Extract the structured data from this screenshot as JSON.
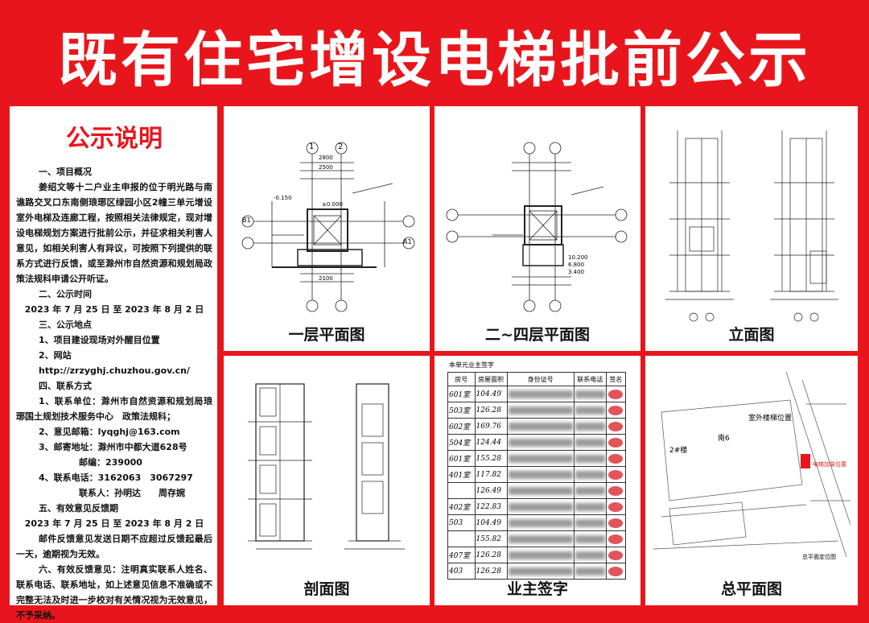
{
  "title": "既有住宅增设电梯批前公示",
  "notice": {
    "heading": "公示说明",
    "s1_title": "一、项目概况",
    "s1_body": "姜绍文等十二户业主申报的位于明光路与南谯路交叉口东南侧琅琊区绿园小区2幢三单元增设室外电梯及连廊工程，按照相关法律规定，现对增设电梯规划方案进行批前公示，并征求相关利害人意见，如相关利害人有异议，可按照下列提供的联系方式进行反馈，或至滁州市自然资源和规划局政策法规科申请公开听证。",
    "s2_title": "二、公示时间",
    "s2_date": "2023 年 7 月 25 日 至 2023 年 8 月 2 日",
    "s3_title": "三、公示地点",
    "s3_l1": "1、项目建设现场对外醒目位置",
    "s3_l2": "2、网站http://zrzyghj.chuzhou.gov.cn/",
    "s4_title": "四、联系方式",
    "s4_l1": "1、联系单位：滁州市自然资源和规划局琅琊国土规划技术服务中心　政策法规科；",
    "s4_l2": "2、意见邮箱：lyqghj@163.com",
    "s4_l3": "3、邮寄地址：滁州市中都大道628号",
    "s4_l3b": "邮编：239000",
    "s4_l4": "4、联系电话：3162063　3067297",
    "s4_l4b": "联系人：孙明达　　周存婉",
    "s5_title": "五、有效意见反馈期",
    "s5_date": "2023 年 7 月 25 日 至 2023 年 8 月 2 日",
    "s5_body": "邮件反馈意见发送日期不应超过反馈起最后一天，逾期视为无效。",
    "s6_body": "六、有效反馈意见：注明真实联系人姓名、联系电话、联系地址，如上述意见信息不准确或不完整无法及时进一步校对有关情况视为无效意见，不予采纳。"
  },
  "panels": {
    "floor1": "一层平面图",
    "floor2_4": "二~四层平面图",
    "elevation": "立面图",
    "section": "剖面图",
    "owners": "业主签字",
    "site": "总平面图"
  },
  "drawing_labels": {
    "axis_1": "1",
    "axis_2": "2",
    "axis_b1": "B1",
    "axis_a1": "A1",
    "dim_2800": "2800",
    "dim_2500": "2500",
    "dim_2100": "2100",
    "elev_10200": "10.200",
    "elev_6800": "6.800",
    "elev_3400": "3.400",
    "elev_neg150": "-0.150",
    "elev_000": "±0.000"
  },
  "owners_table": {
    "caption": "本单元业主签字",
    "headers": [
      "房号",
      "房屋面积",
      "身份证号",
      "联系电话",
      "签名"
    ],
    "rows": [
      [
        "601室",
        "104.49"
      ],
      [
        "503室",
        "126.28"
      ],
      [
        "602室",
        "169.76"
      ],
      [
        "504室",
        "124.44"
      ],
      [
        "601室",
        "155.28"
      ],
      [
        "401室",
        "117.82"
      ],
      [
        "",
        "126.49"
      ],
      [
        "402室",
        "122.83"
      ],
      [
        "503",
        "104.49"
      ],
      [
        "",
        "155.82"
      ],
      [
        "407室",
        "126.28"
      ],
      [
        "403",
        "126.28"
      ]
    ]
  },
  "site_labels": {
    "building": "2#楼",
    "room": "南6",
    "elevator_pos": "室外楼梯位置",
    "elevator_add": "电梯加装位置",
    "legend": "总平面定位图"
  },
  "colors": {
    "banner": "#e8161c",
    "panel": "#ffffff",
    "heading": "#e8161c"
  }
}
